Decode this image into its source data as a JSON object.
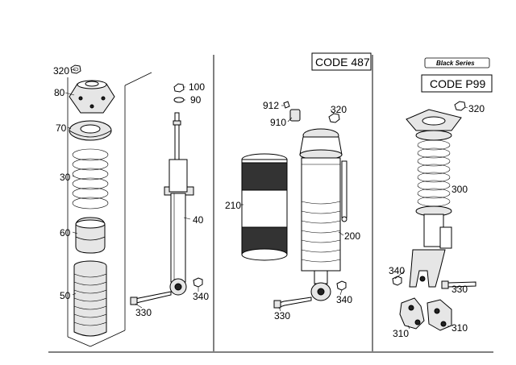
{
  "labels": {
    "l320a": "320",
    "l80": "80",
    "l70": "70",
    "l30": "30",
    "l60": "60",
    "l50": "50",
    "l100": "100",
    "l90": "90",
    "l40": "40",
    "l330a": "330",
    "l340a": "340",
    "l912": "912",
    "l910": "910",
    "l320b": "320",
    "l210": "210",
    "l200": "200",
    "l330b": "330",
    "l340b": "340",
    "l320c": "320",
    "l300": "300",
    "l340c": "340",
    "l330c": "330",
    "l310a": "310",
    "l310b": "310"
  },
  "codes": {
    "code487": "CODE 487",
    "codeP99": "CODE P99",
    "black_series": "Black Series"
  }
}
